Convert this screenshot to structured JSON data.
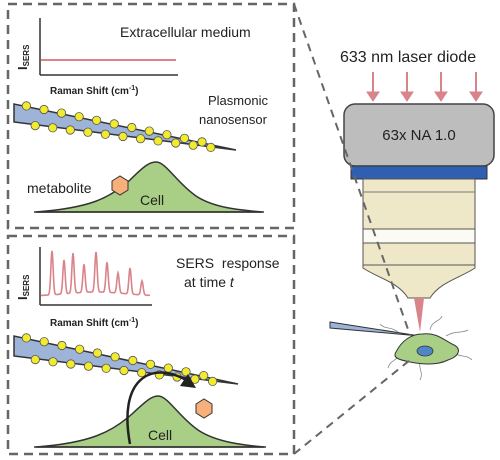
{
  "top_panel": {
    "medium_label": "Extracellular medium",
    "y_axis_main": "I",
    "y_axis_sub": "SERS",
    "x_axis_label": "Raman Shift (cm",
    "x_axis_sup": "-1",
    "x_axis_close": ")",
    "sensor_label_line1": "Plasmonic",
    "sensor_label_line2": "nanosensor",
    "metabolite_label": "metabolite",
    "cell_label": "Cell"
  },
  "bottom_panel": {
    "response_line1": "SERS  response",
    "response_line2_prefix": "at time ",
    "response_line2_var": "t",
    "y_axis_main": "I",
    "y_axis_sub": "SERS",
    "x_axis_label": "Raman Shift (cm",
    "x_axis_sup": "-1",
    "x_axis_close": ")",
    "cell_label": "Cell"
  },
  "microscope": {
    "laser_label": "633 nm laser diode",
    "objective_label": "63x NA 1.0"
  },
  "colors": {
    "spectrum": "#d9838a",
    "arrow": "#d9838a",
    "cell": "#a9cf86",
    "nanosensor": "#9db3d8",
    "particle": "#f2ea2e",
    "metabolite": "#f7b07a",
    "objective_top": "#bdbdbd",
    "band_blue": "#2f5fb0",
    "barrel": "#efe8c8"
  }
}
